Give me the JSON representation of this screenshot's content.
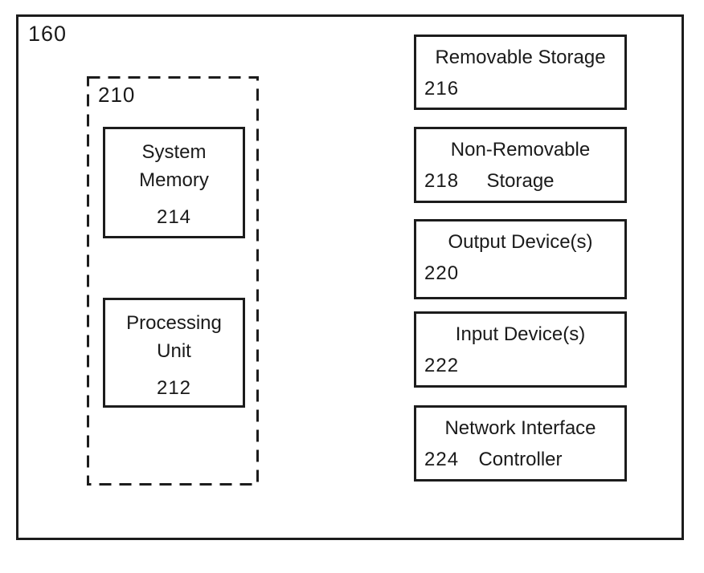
{
  "figure": {
    "outer_label": "160",
    "processor_group": {
      "label": "210",
      "system_memory": {
        "line1": "System",
        "line2": "Memory",
        "number": "214"
      },
      "processing_unit": {
        "line1": "Processing",
        "line2": "Unit",
        "number": "212"
      }
    },
    "right_boxes": [
      {
        "line1": "Removable Storage",
        "number": "216",
        "line2_text": ""
      },
      {
        "line1": "Non-Removable",
        "number": "218",
        "line2_text": "Storage"
      },
      {
        "line1": "Output Device(s)",
        "number": "220",
        "line2_text": ""
      },
      {
        "line1": "Input Device(s)",
        "number": "222",
        "line2_text": ""
      },
      {
        "line1": "Network Interface",
        "number": "224",
        "line2_text": "Controller"
      }
    ]
  }
}
